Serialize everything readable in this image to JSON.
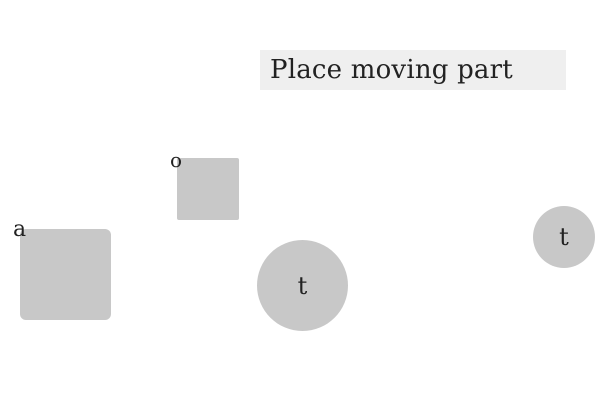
{
  "instruction": {
    "text": "Place moving part"
  },
  "shapes": [
    {
      "kind": "square",
      "label": "o",
      "color": "#c8c8c8"
    },
    {
      "kind": "square",
      "label": "a",
      "color": "#c8c8c8"
    },
    {
      "kind": "circle",
      "label": "t",
      "color": "#c8c8c8"
    },
    {
      "kind": "circle",
      "label": "t",
      "color": "#c8c8c8"
    }
  ],
  "colors": {
    "background": "#ffffff",
    "instruction_bg": "#efefef",
    "shape_fill": "#c8c8c8",
    "text": "#222222"
  }
}
